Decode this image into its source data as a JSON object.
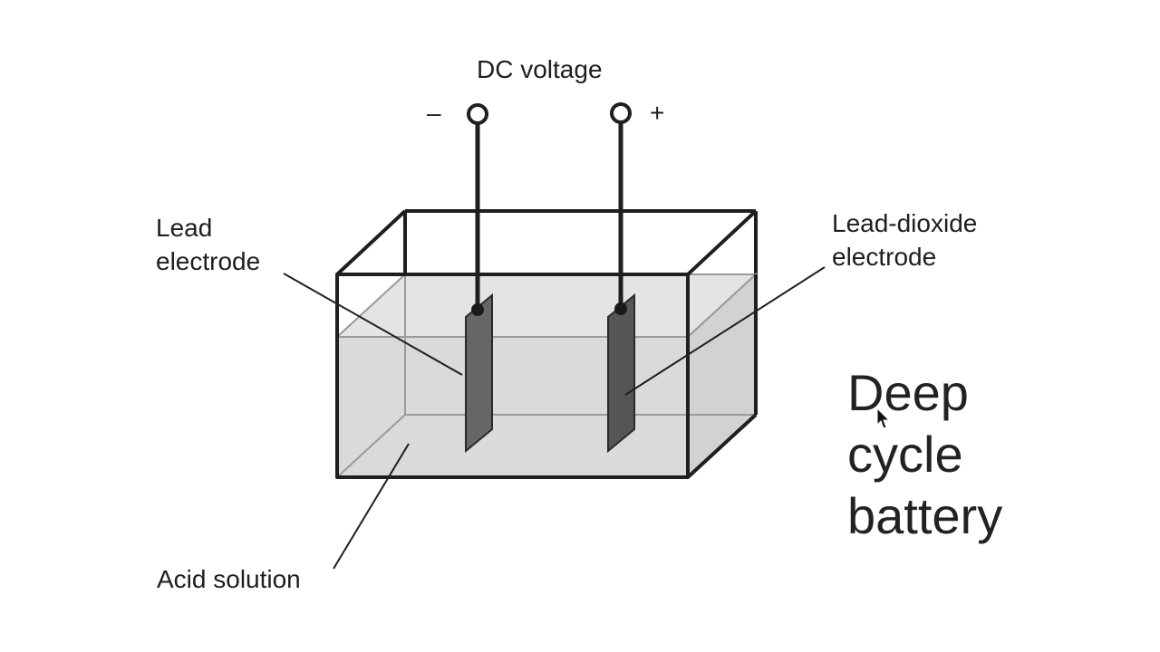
{
  "diagram": {
    "dc_voltage": "DC voltage",
    "minus_sign": "–",
    "plus_sign": "+",
    "lead_electrode": [
      "Lead",
      "electrode"
    ],
    "lead_dioxide_electrode": [
      "Lead-dioxide",
      "electrode"
    ],
    "acid_solution": "Acid solution"
  },
  "title": [
    "Deep",
    "cycle",
    "battery"
  ],
  "colors": {
    "line": "#1f1f1f",
    "liquid": "#dcdcdc",
    "liquid_edge": "#9a9a9a",
    "electrode": "#5f5f5f",
    "background": "#ffffff"
  },
  "cursor": "arrow-cursor-icon"
}
